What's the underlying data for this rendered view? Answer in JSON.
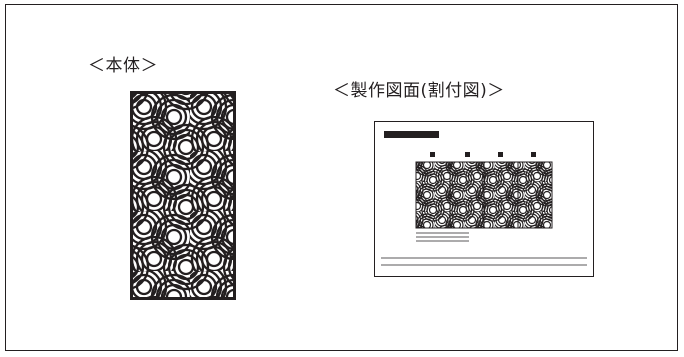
{
  "labels": {
    "body": "＜本体＞",
    "drawing": "＜製作図面(割付図)＞"
  },
  "drawing_sheet": {
    "panel_count": 4,
    "marker_count": 4,
    "note_line_count": 3
  },
  "colors": {
    "ink": "#231f20",
    "paper": "#ffffff"
  }
}
